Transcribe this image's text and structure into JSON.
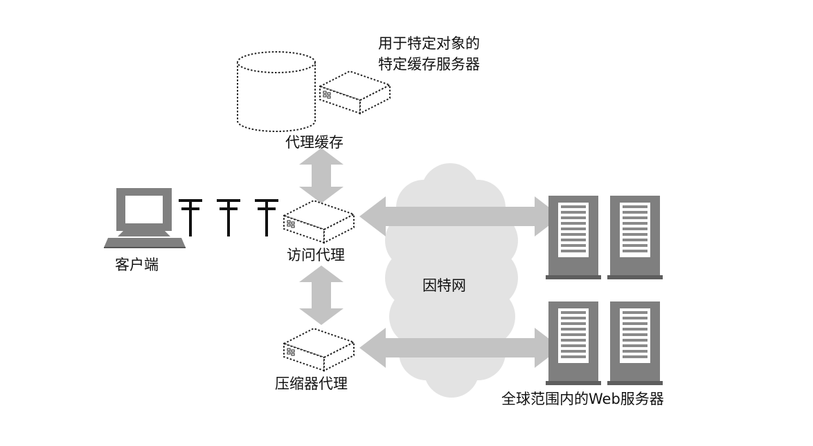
{
  "labels": {
    "special_cache_line1": "用于特定对象的",
    "special_cache_line2": "特定缓存服务器",
    "proxy_cache": "代理缓存",
    "client": "客户端",
    "access_proxy": "访问代理",
    "internet": "因特网",
    "compression_proxy": "压缩器代理",
    "web_servers": "全球范围内的Web服务器"
  },
  "icons": {
    "cache_storage": "cylinder-icon",
    "proxy_box": "network-box-icon",
    "client": "computer-monitor-icon",
    "network_link": "wire-pole-icon",
    "cloud": "cloud-icon",
    "server": "server-tower-icon",
    "link": "double-arrow-icon"
  },
  "colors": {
    "arrow": "#c3c3c3",
    "cloud": "#e3e3e3",
    "server": "#7f7f7f",
    "client": "#808080",
    "outline": "#222222"
  }
}
